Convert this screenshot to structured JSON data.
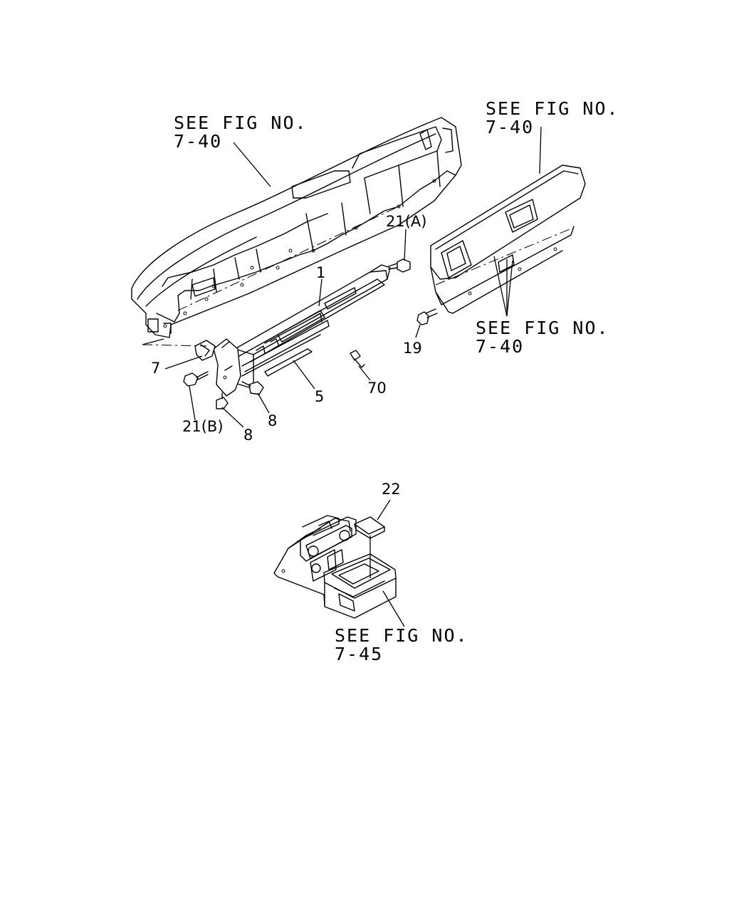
{
  "references": {
    "dashboard": [
      "SEE FIG NO.",
      "7-40"
    ],
    "cluster_panel": [
      "SEE FIG NO.",
      "7-40"
    ],
    "bracket": [
      "SEE FIG NO.",
      "7-40"
    ],
    "console": [
      "SEE FIG NO.",
      "7-45"
    ]
  },
  "callouts": {
    "part_1": "1",
    "part_21a": "21(A)",
    "part_19": "19",
    "part_7": "7",
    "part_21b": "21(B)",
    "part_8a": "8",
    "part_8b": "8",
    "part_5": "5",
    "part_70": "70",
    "part_22": "22"
  }
}
